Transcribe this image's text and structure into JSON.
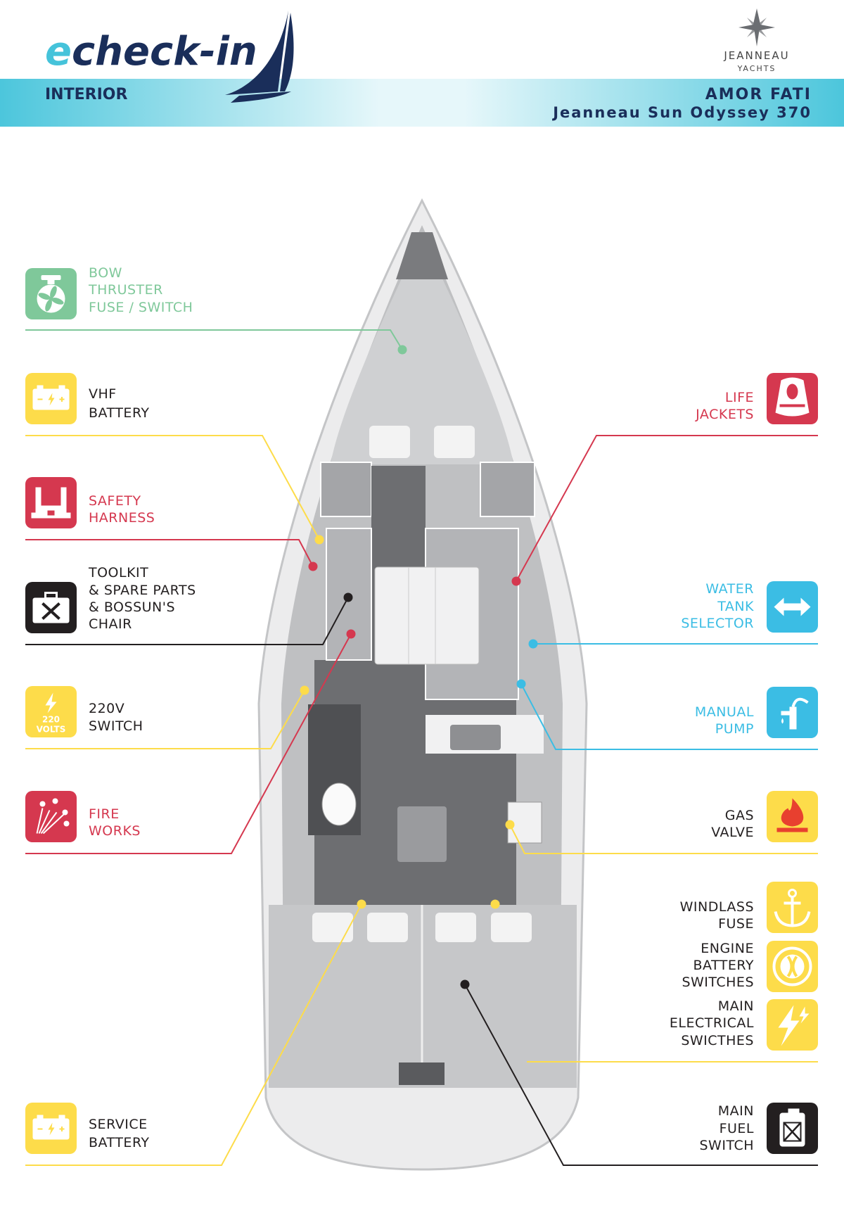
{
  "header": {
    "logo_prefix": "e",
    "logo_rest": "check-in",
    "section": "INTERIOR",
    "boat_name": "AMOR FATI",
    "boat_model": "Jeanneau Sun Odyssey 370",
    "brand": "JEANNEAU",
    "brand_sub": "YACHTS"
  },
  "colors": {
    "green": "#7fc89a",
    "yellow": "#fddc4a",
    "red": "#d5384f",
    "black": "#231f20",
    "blue": "#3bbde4",
    "navy": "#1a2e5a",
    "logo_cyan": "#45c3da"
  },
  "left_items": [
    {
      "lines": [
        "BOW",
        "THRUSTER",
        "FUSE / SWITCH"
      ],
      "color": "green",
      "text_color": "green",
      "icon": "bow-thruster-icon"
    },
    {
      "lines": [
        "VHF",
        "BATTERY"
      ],
      "color": "yellow",
      "text_color": "black",
      "icon": "battery-icon"
    },
    {
      "lines": [
        "SAFETY",
        "HARNESS"
      ],
      "color": "red",
      "text_color": "red",
      "icon": "harness-icon"
    },
    {
      "lines": [
        "TOOLKIT",
        "& SPARE PARTS",
        "& BOSSUN'S",
        "CHAIR"
      ],
      "color": "black",
      "text_color": "black",
      "icon": "toolkit-icon"
    },
    {
      "lines": [
        "220V",
        "SWITCH"
      ],
      "color": "yellow",
      "text_color": "black",
      "icon": "220-volts-icon",
      "icon_text": [
        "220",
        "VOLTS"
      ]
    },
    {
      "lines": [
        "FIRE",
        "WORKS"
      ],
      "color": "red",
      "text_color": "red",
      "icon": "fireworks-icon"
    },
    {
      "lines": [
        "SERVICE",
        "BATTERY"
      ],
      "color": "yellow",
      "text_color": "black",
      "icon": "battery-icon"
    }
  ],
  "right_items": [
    {
      "lines": [
        "LIFE",
        "JACKETS"
      ],
      "color": "red",
      "text_color": "red",
      "icon": "life-jacket-icon"
    },
    {
      "lines": [
        "WATER",
        "TANK",
        "SELECTOR"
      ],
      "color": "blue",
      "text_color": "blue",
      "icon": "arrows-left-right-icon"
    },
    {
      "lines": [
        "MANUAL",
        "PUMP"
      ],
      "color": "blue",
      "text_color": "blue",
      "icon": "hand-pump-icon"
    },
    {
      "lines": [
        "GAS",
        "VALVE"
      ],
      "color": "yellow",
      "text_color": "black",
      "icon": "gas-flame-icon"
    },
    {
      "lines": [
        "WINDLASS",
        "FUSE"
      ],
      "color": "yellow",
      "text_color": "black",
      "icon": "anchor-icon"
    },
    {
      "lines": [
        "ENGINE",
        "BATTERY",
        "SWITCHES"
      ],
      "color": "yellow",
      "text_color": "black",
      "icon": "battery-switch-icon"
    },
    {
      "lines": [
        "MAIN",
        "ELECTRICAL",
        "SWICTHES"
      ],
      "color": "yellow",
      "text_color": "black",
      "icon": "lightning-icon"
    },
    {
      "lines": [
        "MAIN",
        "FUEL",
        "SWITCH"
      ],
      "color": "black",
      "text_color": "black",
      "icon": "fuel-can-icon"
    }
  ]
}
